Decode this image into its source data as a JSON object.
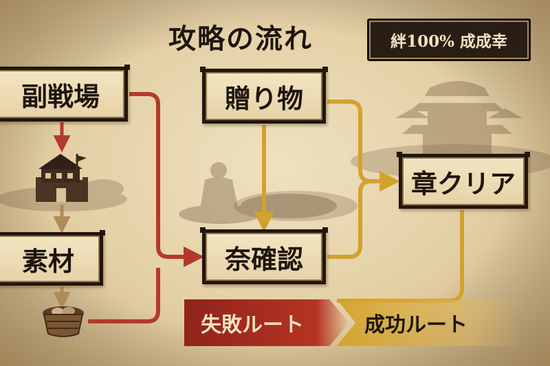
{
  "title": "攻略の流れ",
  "badge": "絆100% 成成幸",
  "nodes": {
    "fukusenjo": "副戦場",
    "okurimono": "贈り物",
    "sozai": "素材",
    "narakakunin": "奈確認",
    "shoclear": "章クリア"
  },
  "routes": {
    "fail": "失敗ルート",
    "success": "成功ルート"
  },
  "colors": {
    "fail_route": "#b33a2a",
    "success_route": "#d2a22c",
    "parchment": "#e8d6ae",
    "frame": "#21160d"
  },
  "icons": [
    "castle-icon",
    "flag-icon",
    "basket-icon",
    "pagoda-silhouette",
    "figure-silhouette"
  ]
}
